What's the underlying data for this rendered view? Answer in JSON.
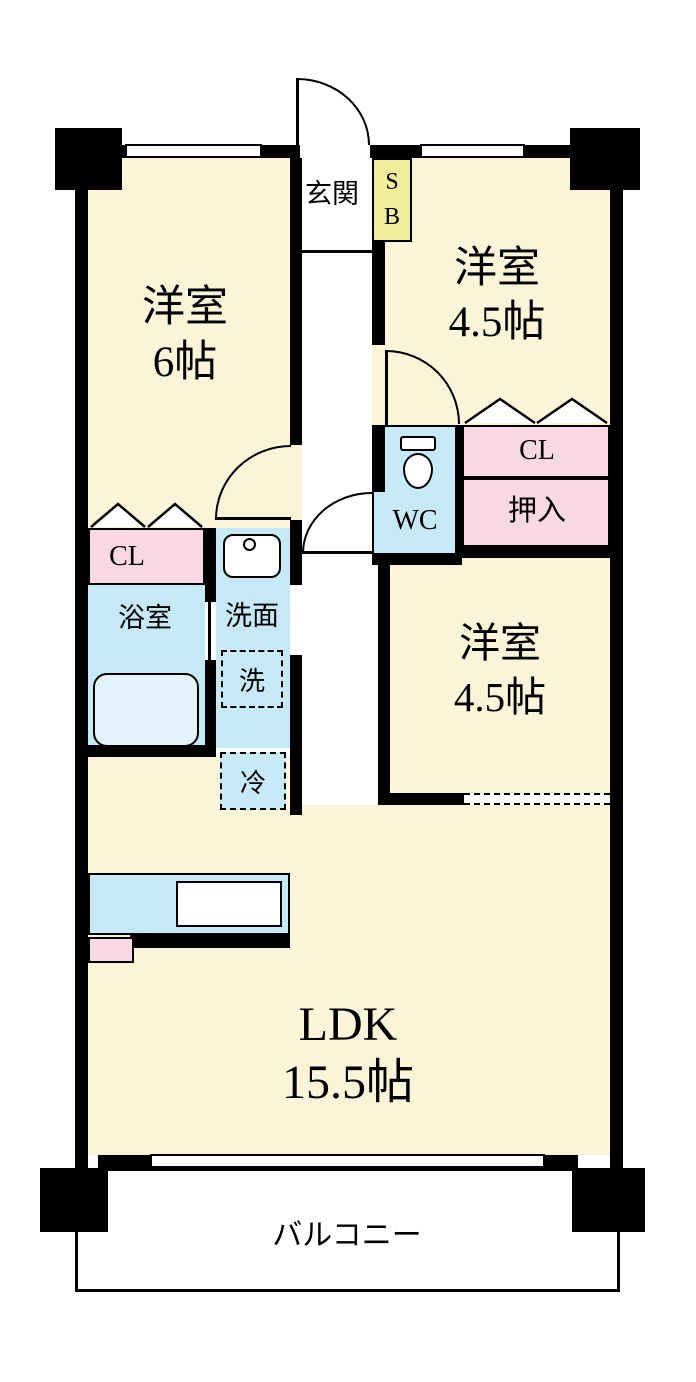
{
  "plan": {
    "entrance": {
      "label": "玄関"
    },
    "shoe_box": {
      "letters": [
        "S",
        "B"
      ]
    },
    "bedroom_top_left": {
      "name": "洋室",
      "size": "6帖"
    },
    "bedroom_top_right": {
      "name": "洋室",
      "size": "4.5帖"
    },
    "bedroom_middle": {
      "name": "洋室",
      "size": "4.5帖"
    },
    "closet_left": {
      "label": "CL"
    },
    "closet_right": {
      "label": "CL"
    },
    "oshiire": {
      "label": "押入"
    },
    "toilet": {
      "label": "WC"
    },
    "bathroom": {
      "label": "浴室"
    },
    "washroom": {
      "label": "洗面"
    },
    "washing_machine": {
      "label": "洗"
    },
    "refrigerator": {
      "label": "冷"
    },
    "ldk": {
      "name": "LDK",
      "size": "15.5帖"
    },
    "balcony": {
      "label": "バルコニー"
    }
  },
  "palette": {
    "room": "#fcf4d8",
    "closet": "#f8d8e2",
    "wet_area": "#c6e9f8",
    "shoe_box": "#f0ed9c",
    "bathtub": "#e3f2fb",
    "wall": "#000000",
    "background": "#ffffff"
  }
}
